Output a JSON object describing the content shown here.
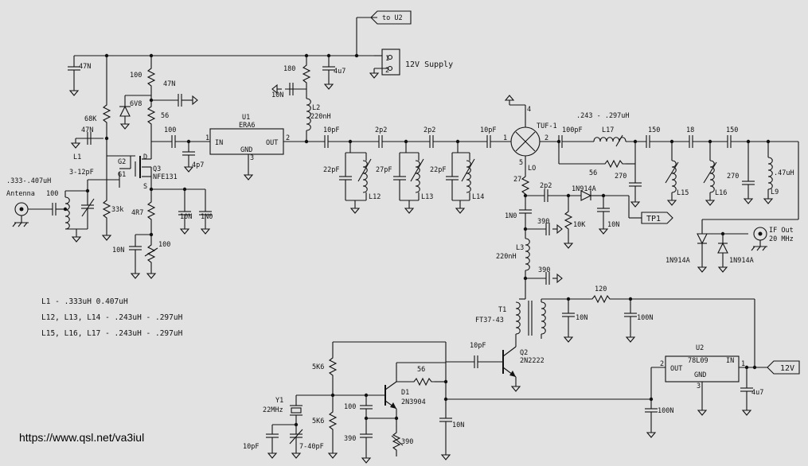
{
  "url": "https://www.qsl.net/va3iul",
  "notes": [
    "L1 - .333uH 0.407uH",
    "L12, L13, L14 - .243uH - .297uH",
    "L15, L16, L17 - .243uH - .297uH"
  ],
  "ports": {
    "to_u2": "to U2",
    "tp1": "TP1",
    "v12": "12V",
    "if_out": "IF Out",
    "if_freq": "20 MHz",
    "antenna": "Antenna",
    "supply": "12V Supply",
    "pin1": "1",
    "pin2": "2"
  },
  "u1": {
    "ref": "U1",
    "part": "ERA6",
    "in": "IN",
    "out": "OUT",
    "gnd": "GND",
    "p1": "1",
    "p2": "2",
    "p3": "3"
  },
  "u2": {
    "ref": "U2",
    "part": "78L09",
    "out": "OUT",
    "in": "IN",
    "gnd": "GND",
    "p1": "1",
    "p2": "2",
    "p3": "3"
  },
  "mixer": {
    "ref": "TUF-1",
    "p1": "1",
    "p2": "2",
    "lo": "LO",
    "p4": "4",
    "p5": "5"
  },
  "q3": {
    "ref": "Q3",
    "part": "NFE131",
    "g2": "G2",
    "g1": "G1",
    "d": "D",
    "s": "S"
  },
  "q2": {
    "ref": "Q2",
    "part": "2N2222"
  },
  "q1": {
    "ref": "D1",
    "part": "2N3904"
  },
  "t1": {
    "ref": "T1",
    "part": "FT37-43"
  },
  "y1": {
    "ref": "Y1",
    "freq": "22MHz"
  },
  "labels": {
    "l1": "L1",
    "c_ant": "100",
    "l1_range": ".333-.407uH",
    "c_trim": "3-12pF",
    "c47n_a": "47N",
    "c47n_b": "47N",
    "c47n_c": "47N",
    "r68k": "68K",
    "r100_a": "100",
    "d6v8": "6V8",
    "r56_a": "56",
    "c100_a": "100",
    "c4p7": "4p7",
    "r33k": "33k",
    "r4r7": "4R7",
    "c10n_a": "10N",
    "c1n0_a": "1N0",
    "c10n_b": "10N",
    "r100_b": "100",
    "r180": "180",
    "c10n_c": "10N",
    "l2": "L2",
    "l2_val": "220nH",
    "c4u7_a": "4u7",
    "c10pf_a": "10pF",
    "c2p2_a": "2p2",
    "c2p2_b": "2p2",
    "c10pf_b": "10pF",
    "c22pf_a": "22pF",
    "c27pf": "27pF",
    "c22pf_b": "22pF",
    "l12": "L12",
    "l13": "L13",
    "l14": "L14",
    "l17_range": ".243 - .297uH",
    "c100pf": "100pF",
    "l17": "L17",
    "r56_b": "56",
    "c150_a": "150",
    "c18": "18",
    "c150_b": "150",
    "c270_a": "270",
    "c270_b": "270",
    "l15": "L15",
    "l16": "L16",
    "l9_val": ".47uH",
    "l9": "L9",
    "r27": "27",
    "c2p2_c": "2p2",
    "d_a": "1N914A",
    "r10k": "10K",
    "c10n_d": "10N",
    "c1n0_b": "1N0",
    "r390_a": "390",
    "l3": "L3",
    "l3_val": "220nH",
    "c390": "390",
    "r120": "120",
    "c10n_e": "10N",
    "c100n_a": "100N",
    "d_b": "1N914A",
    "d_c": "1N914A",
    "c10pf_c": "10pF",
    "r56_c": "56",
    "r5k6_a": "5K6",
    "r5k6_b": "5K6",
    "c100": "100",
    "c390_b": "390",
    "r390_b": "390",
    "c10n_f": "10N",
    "c10pf_d": "10pF",
    "c_trim2": "7-40pF",
    "c100n_b": "100N",
    "c4u7_b": "4u7"
  }
}
